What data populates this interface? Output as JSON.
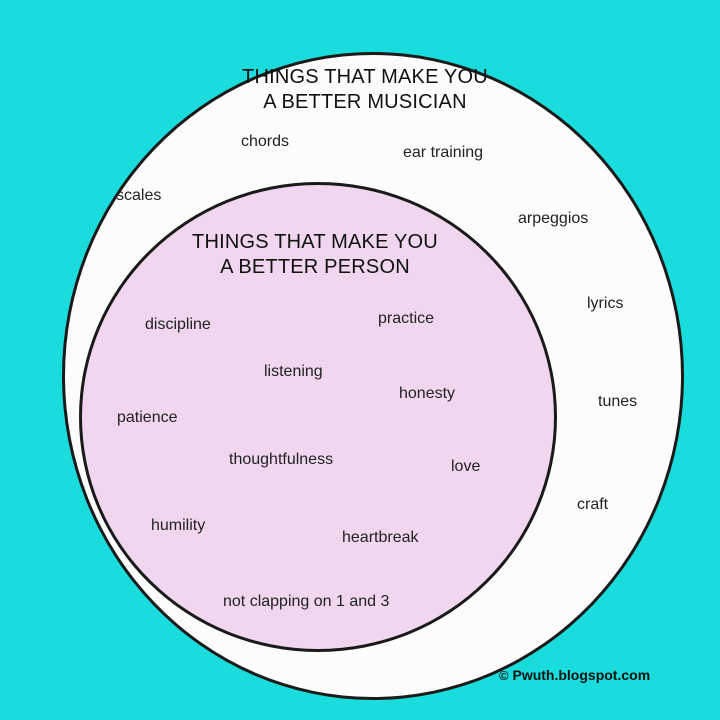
{
  "outer_set": {
    "title_line1": "THINGS THAT MAKE YOU",
    "title_line2": "A BETTER MUSICIAN",
    "items": [
      "chords",
      "ear training",
      "scales",
      "arpeggios",
      "lyrics",
      "tunes",
      "craft"
    ]
  },
  "inner_set": {
    "title_line1": "THINGS THAT MAKE YOU",
    "title_line2": "A BETTER PERSON",
    "items": [
      "discipline",
      "practice",
      "listening",
      "honesty",
      "patience",
      "thoughtfulness",
      "love",
      "humility",
      "heartbreak",
      "not clapping on 1 and 3"
    ]
  },
  "credit": {
    "symbol": "©",
    "text": "Pwuth.blogspot.com"
  },
  "colors": {
    "background": "#1adcdc",
    "outer_fill": "#fcfcfc",
    "inner_fill": "#f0d6ef",
    "outline": "#1a1a1a"
  }
}
